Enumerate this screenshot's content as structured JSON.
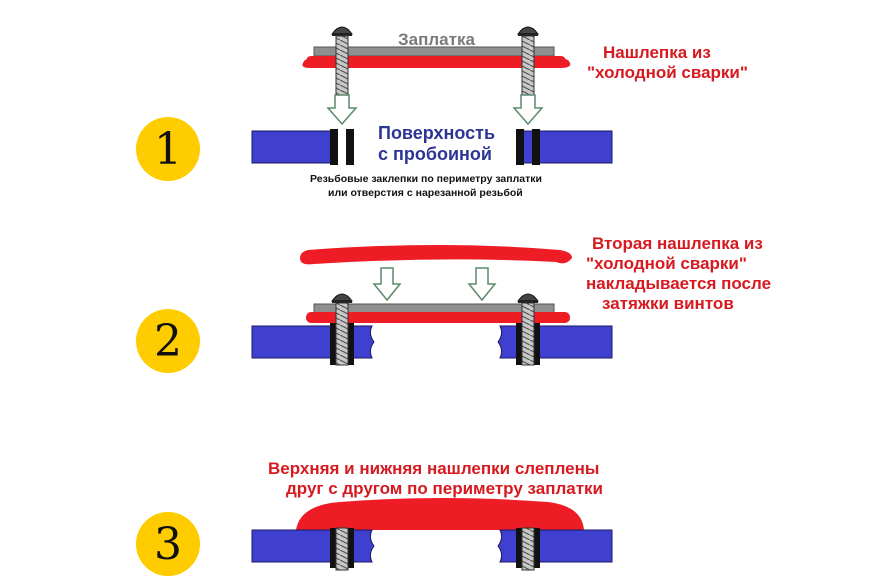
{
  "steps": [
    {
      "number": "1"
    },
    {
      "number": "2"
    },
    {
      "number": "3"
    }
  ],
  "labels": {
    "patch": "Заплатка",
    "cold_weld_1_line1": "Нашлепка из",
    "cold_weld_1_line2": "\"холодной сварки\"",
    "surface_line1": "Поверхность",
    "surface_line2": "с пробоиной",
    "rivets_line1": "Резьбовые заклепки по периметру заплатки",
    "rivets_line2": "или отверстия с нарезанной резьбой",
    "second_line1": "Вторая нашлепка из",
    "second_line2": "\"холодной сварки\"",
    "second_line3": "накладывается после",
    "second_line4": "затяжки винтов",
    "final_line1": "Верхняя и нижняя нашлепки слеплены",
    "final_line2": "друг с другом по периметру заплатки"
  },
  "colors": {
    "surface": "#3f3fd0",
    "weld": "#ee1c24",
    "patch": "#8f8f8f",
    "badge": "#ffcc00",
    "label_red": "#d71920",
    "label_blue": "#2b3593",
    "arrow": "#5a8a6a"
  }
}
